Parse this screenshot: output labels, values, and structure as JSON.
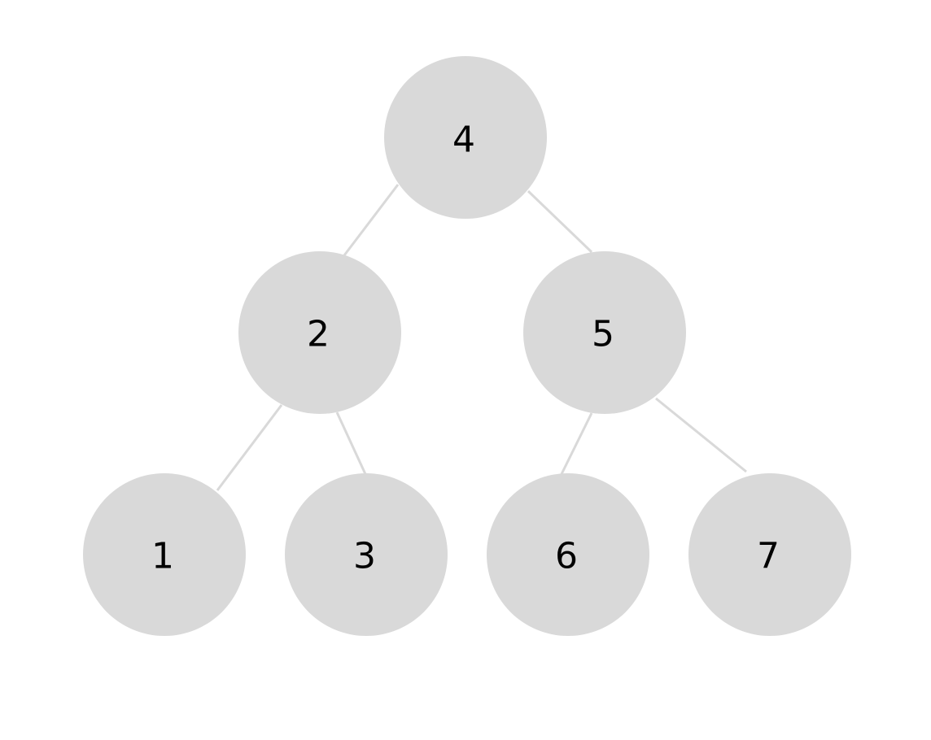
{
  "tree": {
    "node_color": "#d9d9d9",
    "edge_color": "#d9d9d9",
    "label_color": "#000000",
    "nodes": [
      {
        "id": "n4",
        "label": "4"
      },
      {
        "id": "n2",
        "label": "2"
      },
      {
        "id": "n5",
        "label": "5"
      },
      {
        "id": "n1",
        "label": "1"
      },
      {
        "id": "n3",
        "label": "3"
      },
      {
        "id": "n6",
        "label": "6"
      },
      {
        "id": "n7",
        "label": "7"
      }
    ],
    "edges": [
      {
        "from": "n4",
        "to": "n2"
      },
      {
        "from": "n4",
        "to": "n5"
      },
      {
        "from": "n2",
        "to": "n1"
      },
      {
        "from": "n2",
        "to": "n3"
      },
      {
        "from": "n5",
        "to": "n6"
      },
      {
        "from": "n5",
        "to": "n7"
      }
    ]
  }
}
